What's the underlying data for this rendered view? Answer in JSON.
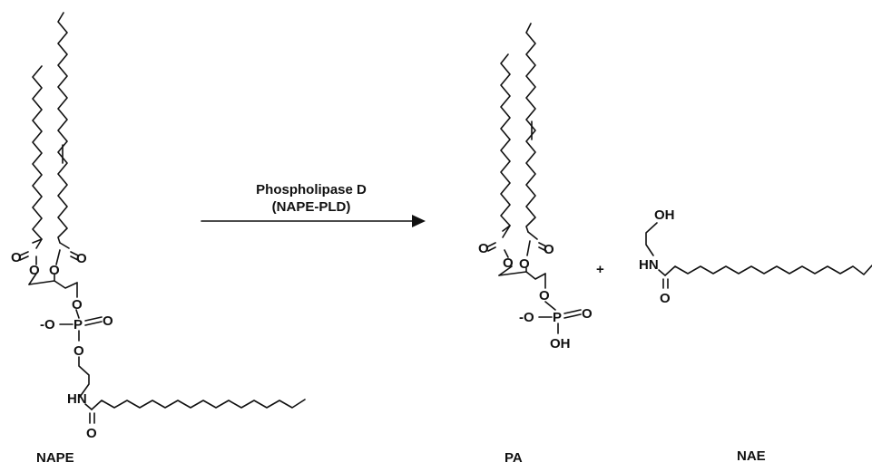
{
  "atoms": {
    "O": "O",
    "O_minus": "-O",
    "P": "P",
    "OH": "OH",
    "HN": "HN",
    "plus": "+"
  },
  "reaction": {
    "enzyme_line1": "Phospholipase D",
    "enzyme_line2": "(NAPE-PLD)"
  },
  "compounds": {
    "reactant": "NAPE",
    "product_1": "PA",
    "product_2": "NAE"
  },
  "colors": {
    "ink": "#111111",
    "background": "#ffffff"
  }
}
